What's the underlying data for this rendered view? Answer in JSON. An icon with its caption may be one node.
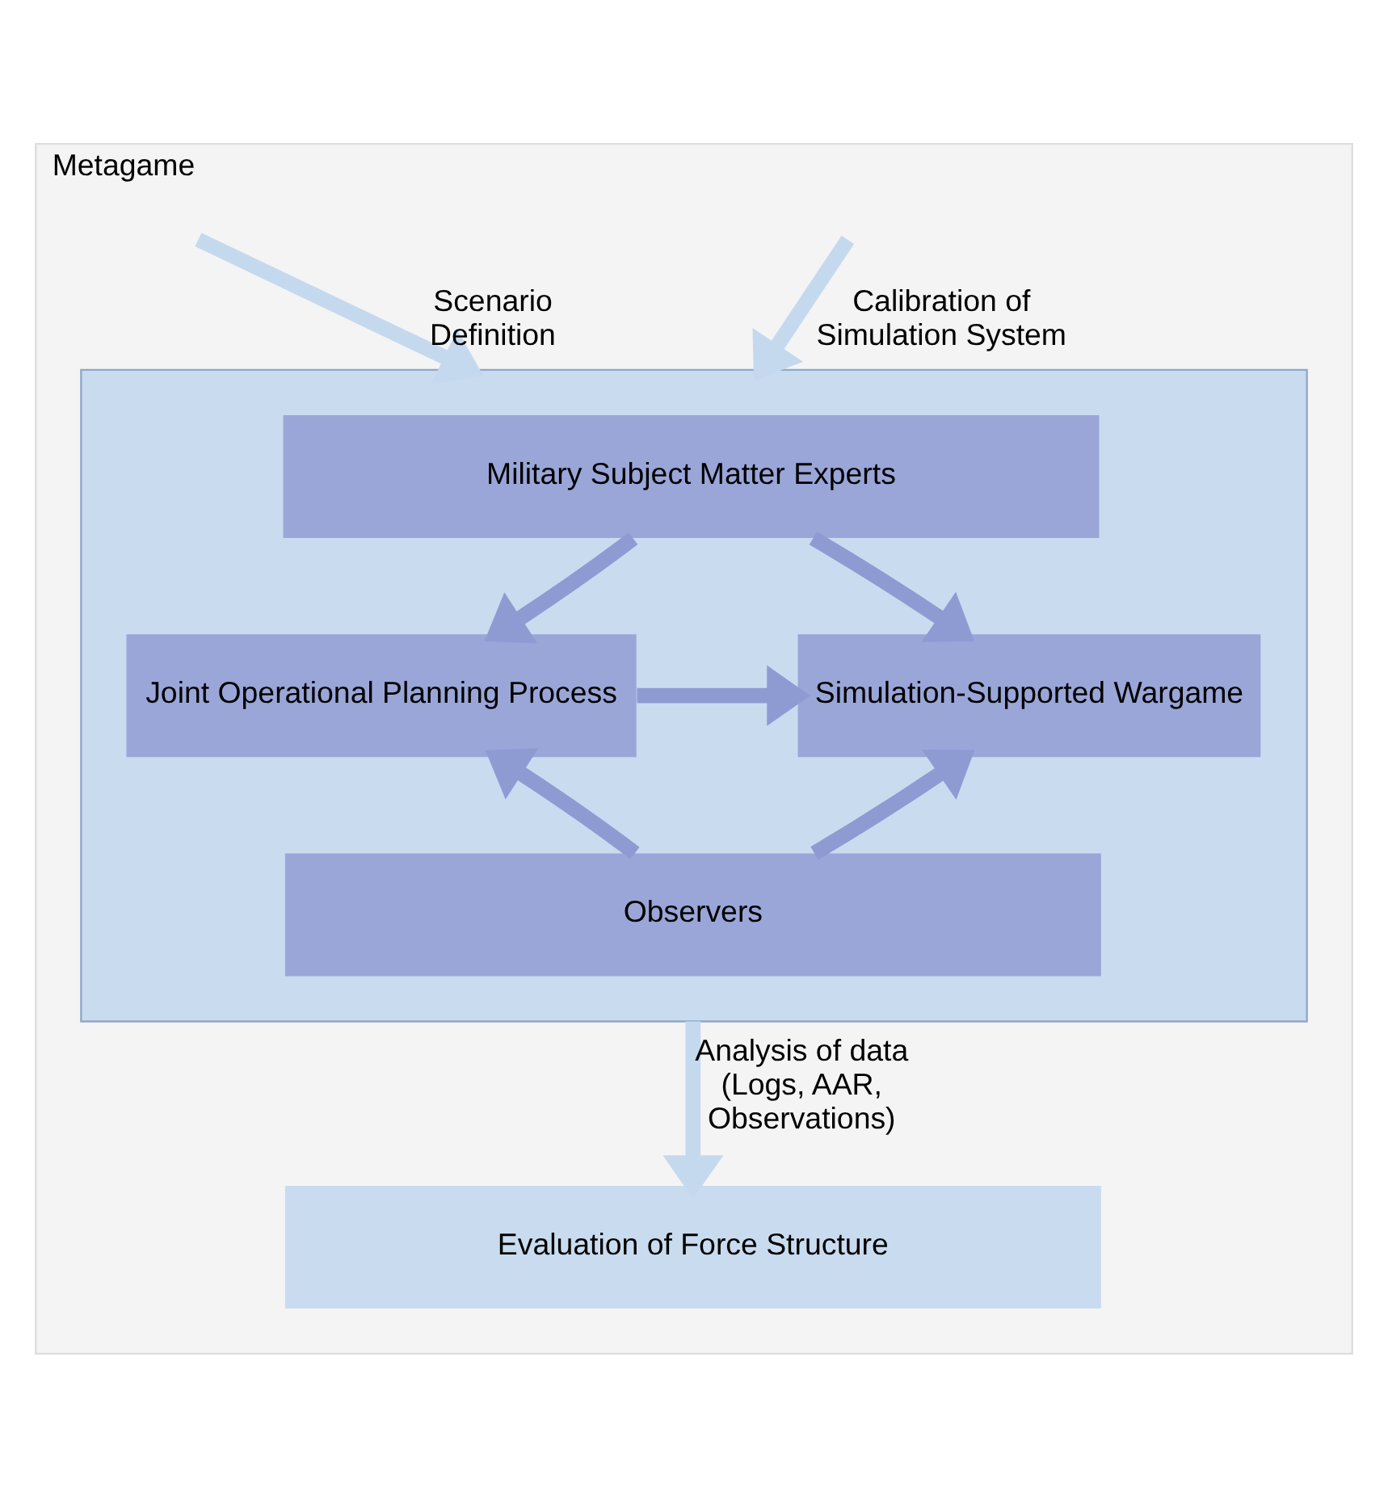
{
  "diagram": {
    "nodes": [
      {
        "text": [
          "Metagame"
        ]
      },
      {
        "text": [],
        "shape": "box",
        "in": 0
      },
      {
        "text": [
          "Military Subject Matter Experts"
        ],
        "in": 1
      },
      {
        "text": [
          "Joint Operational Planning Process"
        ],
        "in": 1
      },
      {
        "text": [
          "Simulation-Supported Wargame"
        ],
        "in": 1
      },
      {
        "text": [
          "Observers"
        ],
        "in": 1
      },
      {
        "text": [
          "Evaluation of Force Structure"
        ],
        "in": 0
      }
    ],
    "edges": [
      {
        "from": null,
        "to": 1,
        "arrow": "to",
        "label": "Scenario Definition",
        "color": "#c5d9ee"
      },
      {
        "from": null,
        "to": 1,
        "arrow": "to",
        "label": "Calibration of Simulation System",
        "color": "#c5d9ee"
      },
      {
        "from": 2,
        "to": 3,
        "arrow": "to"
      },
      {
        "from": 2,
        "to": 4,
        "arrow": "to"
      },
      {
        "from": 3,
        "to": 4,
        "arrow": "to"
      },
      {
        "from": 5,
        "to": 3,
        "arrow": "to"
      },
      {
        "from": 5,
        "to": 4,
        "arrow": "to"
      },
      {
        "from": 1,
        "to": 6,
        "arrow": "to",
        "label": "Analysis of data (Logs, AAR, Observations)",
        "color": "#c5d9ee"
      }
    ]
  }
}
